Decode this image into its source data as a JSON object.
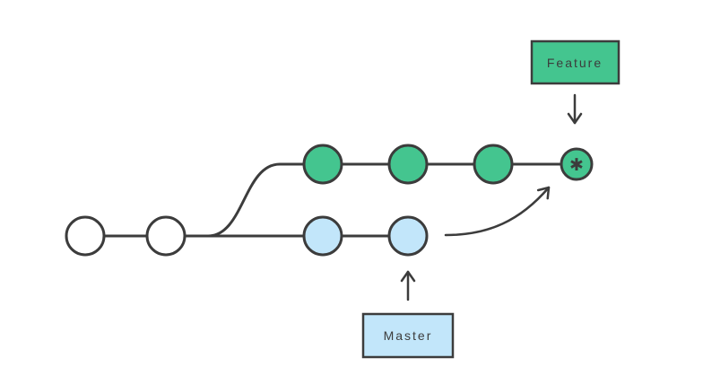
{
  "diagram": {
    "name": "git-branching-and-merge-diagram",
    "labels": {
      "feature": "Feature",
      "master": "Master"
    },
    "icons": {
      "merge_commit": "✱"
    },
    "colors": {
      "feature_green": "#44C58F",
      "master_blue": "#C2E6FA",
      "stroke_dark": "#3C3C3C",
      "text_dark": "#3C3C3C",
      "commit_white": "#FFFFFF",
      "background": "#FFFFFF"
    },
    "structure": {
      "master_commit_count": 4,
      "feature_commit_count": 4
    }
  }
}
